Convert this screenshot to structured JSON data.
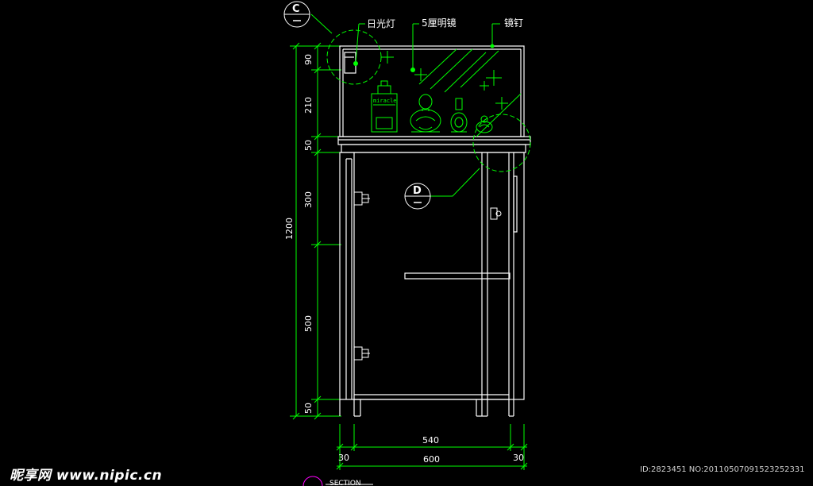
{
  "labels": {
    "fluorescent_lamp": "日光灯",
    "mirror": "5厘明镜",
    "mirror_nail": "镜钉",
    "bottle_text": "miracle",
    "section_text": "SECTION"
  },
  "section_markers": {
    "top": "C",
    "middle": "D"
  },
  "dimensions": {
    "vertical": [
      "90",
      "210",
      "50",
      "300",
      "500",
      "50"
    ],
    "total_height": "1200",
    "inner_width": "540",
    "left_edge": "30",
    "total_width": "600",
    "right_edge": "30"
  },
  "watermark": {
    "site": "昵享网 www.nipic.cn",
    "id_text": "ID:2823451 NO:20110507091523252331"
  },
  "colors": {
    "background": "#000000",
    "outline": "#ffffff",
    "dimension": "#00ff00",
    "annotation": "#00ff00"
  }
}
